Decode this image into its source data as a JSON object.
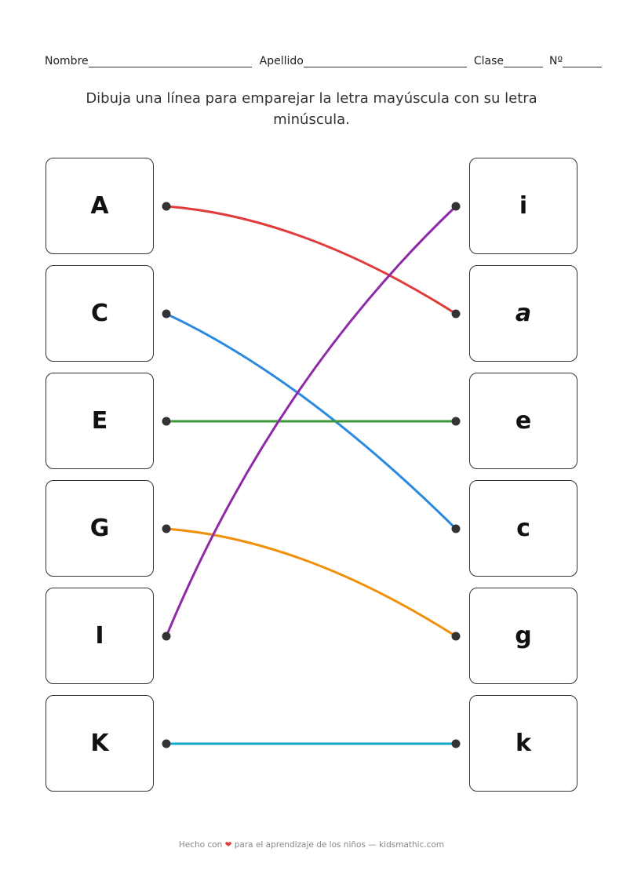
{
  "header": {
    "name_label": "Nombre",
    "surname_label": "Apellido",
    "class_label": "Clase",
    "number_label": "Nº"
  },
  "instruction": "Dibuja una línea para emparejar la letra mayúscula con su letra minúscula.",
  "left_letters": [
    "A",
    "C",
    "E",
    "G",
    "I",
    "K"
  ],
  "right_letters": [
    "i",
    "a",
    "e",
    "c",
    "g",
    "k"
  ],
  "connections": [
    {
      "from": 0,
      "to": 1,
      "color": "#e03c3c"
    },
    {
      "from": 1,
      "to": 3,
      "color": "#2b8ae0"
    },
    {
      "from": 2,
      "to": 2,
      "color": "#3a9a3a"
    },
    {
      "from": 3,
      "to": 4,
      "color": "#f0900a"
    },
    {
      "from": 4,
      "to": 0,
      "color": "#8e2aa8"
    },
    {
      "from": 5,
      "to": 5,
      "color": "#10aacc"
    }
  ],
  "footer": {
    "prefix": "Hecho con",
    "heart_icon": "heart-icon",
    "suffix": "para el aprendizaje de los niños — kidsmathic.com"
  }
}
